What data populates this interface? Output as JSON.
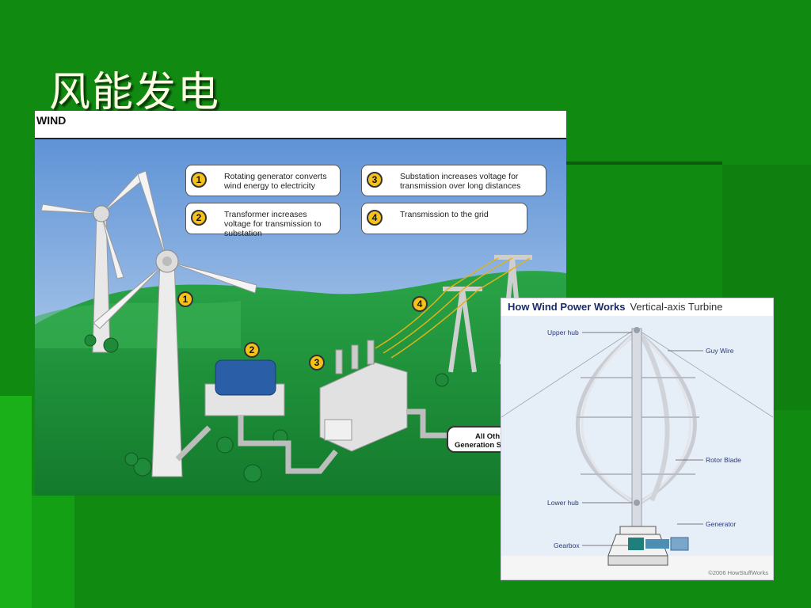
{
  "slide": {
    "title": "风能发电"
  },
  "wind_diagram": {
    "header": "WIND",
    "callouts": [
      {
        "num": "1",
        "text": "Rotating generator converts wind energy to electricity"
      },
      {
        "num": "2",
        "text": "Transformer increases voltage for transmission to substation"
      },
      {
        "num": "3",
        "text": "Substation increases voltage for transmission over long distances"
      },
      {
        "num": "4",
        "text": "Transmission to the grid"
      }
    ],
    "markers": [
      "1",
      "2",
      "3",
      "4"
    ],
    "generation_label_line1": "All Oth",
    "generation_label_line2": "Generation S"
  },
  "vertical_turbine": {
    "title_bold": "How Wind Power Works",
    "title_sub": "Vertical-axis Turbine",
    "labels": {
      "upper_hub": "Upper hub",
      "guy_wire": "Guy Wire",
      "rotor_blade": "Rotor Blade",
      "lower_hub": "Lower hub",
      "generator": "Generator",
      "gearbox": "Gearbox"
    },
    "copyright": "©2006 HowStuffWorks"
  },
  "colors": {
    "slide_green": "#118a11",
    "marker_yellow": "#f6c21a",
    "sky_blue": "#6f9fd8",
    "hill_green": "#1e9a3a"
  }
}
